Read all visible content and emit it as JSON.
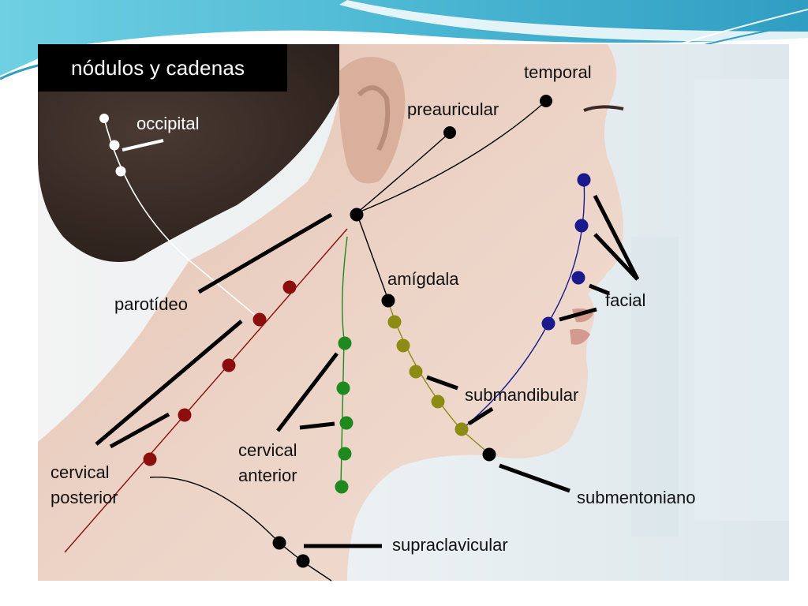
{
  "slide": {
    "title": "nódulos y cadenas"
  },
  "labels": {
    "occipital": "occipital",
    "preauricular": "preauricular",
    "temporal": "temporal",
    "parotideo": "parotídeo",
    "amigdala": "amígdala",
    "facial": "facial",
    "submandibular": "submandibular",
    "cervical_anterior_1": "cervical",
    "cervical_anterior_2": "anterior",
    "cervical_posterior_1": "cervical",
    "cervical_posterior_2": "posterior",
    "submentoniano": "submentoniano",
    "supraclavicular": "supraclavicular"
  },
  "colors": {
    "slide_background": "#ffffff",
    "header_band": "#5bc3d9",
    "title_box": "#000000",
    "node_black": "#000000",
    "node_white": "#ffffff",
    "cervical_posterior_chain": "#8b0d0d",
    "cervical_anterior_chain": "#1e8a1e",
    "submandibular_chain": "#8c8c14",
    "facial_chain": "#1a1a8c",
    "skin": "#e8cfc2",
    "hair": "#3a2d28",
    "photo_background": "#eef1f3"
  }
}
